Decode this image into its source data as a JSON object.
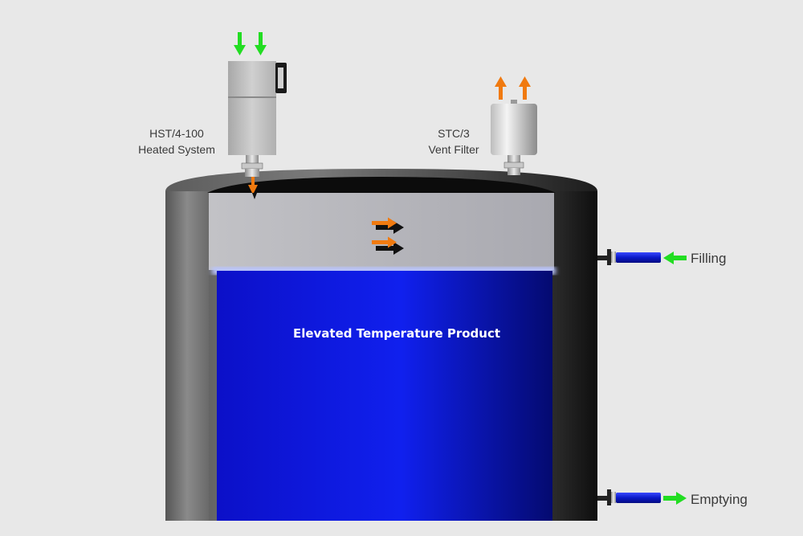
{
  "labels": {
    "heater_model": "HST/4-100",
    "heater_name": "Heated System",
    "vent_model": "STC/3",
    "vent_name": "Vent Filter",
    "product": "Elevated Temperature Product",
    "filling": "Filling",
    "emptying": "Emptying"
  },
  "colors": {
    "background": "#e8e8e8",
    "tank_shell": "#3a3a3a",
    "headspace": "#b3b3b8",
    "product_blue": "#0a14d8",
    "inflow_arrow": "#22dd22",
    "heat_arrow": "#f07a10",
    "flow_arrow": "#111111"
  },
  "icons": {
    "inflow": "green-arrow-icon",
    "warm_air": "orange-arrow-icon",
    "air_flow": "black-arrow-icon"
  }
}
